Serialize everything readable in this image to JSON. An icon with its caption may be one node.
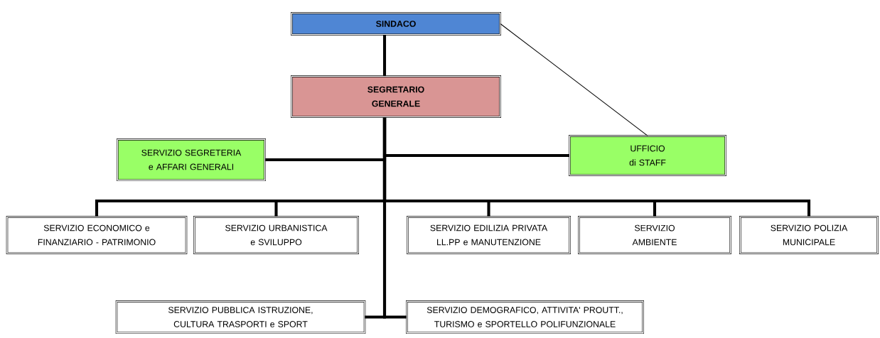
{
  "diagram": {
    "nodes": [
      {
        "text": [
          "SINDACO"
        ]
      },
      {
        "text": [
          "SEGRETARIO GENERALE"
        ]
      },
      {
        "text": [
          "SERVIZIO SEGRETERIA e AFFARI GENERALI"
        ]
      },
      {
        "text": [
          "UFFICIO di STAFF"
        ]
      },
      {
        "text": [
          "SERVIZIO ECONOMICO e FINANZIARIO - PATRIMONIO"
        ]
      },
      {
        "text": [
          "SERVIZIO URBANISTICA e SVILUPPO"
        ]
      },
      {
        "text": [
          "SERVIZIO EDILIZIA PRIVATA LL.PP e MANUTENZIONE"
        ]
      },
      {
        "text": [
          "SERVIZIO AMBIENTE"
        ]
      },
      {
        "text": [
          "SERVIZIO POLIZIA MUNICIPALE"
        ]
      },
      {
        "text": [
          "SERVIZIO PUBBLICA ISTRUZIONE, CULTURA TRASPORTI e SPORT"
        ]
      },
      {
        "text": [
          "SERVIZIO DEMOGRAFICO, ATTIVITA' PROUTT., TURISMO e SPORTELLO POLIFUNZIONALE"
        ]
      }
    ],
    "edges": [
      {
        "from": 0,
        "to": 1,
        "arrow": "none"
      },
      {
        "from": 0,
        "to": 3,
        "arrow": "none"
      },
      {
        "from": 1,
        "to": 2,
        "arrow": "none"
      },
      {
        "from": 1,
        "to": 3,
        "arrow": "none"
      },
      {
        "from": 1,
        "to": 4,
        "arrow": "none"
      },
      {
        "from": 1,
        "to": 5,
        "arrow": "none"
      },
      {
        "from": 1,
        "to": 6,
        "arrow": "none"
      },
      {
        "from": 1,
        "to": 7,
        "arrow": "none"
      },
      {
        "from": 1,
        "to": 8,
        "arrow": "none"
      },
      {
        "from": 1,
        "to": 9,
        "arrow": "none"
      },
      {
        "from": 1,
        "to": 10,
        "arrow": "none"
      }
    ]
  }
}
